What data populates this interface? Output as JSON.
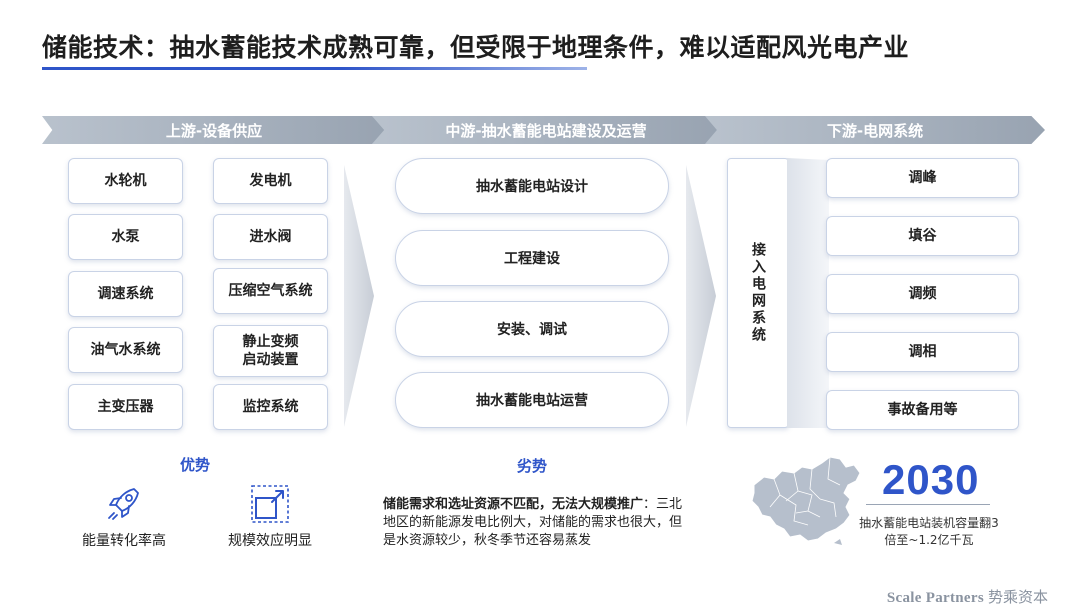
{
  "title": "储能技术：抽水蓄能技术成熟可靠，但受限于地理条件，难以适配风光电产业",
  "stages": {
    "upstream": "上游-设备供应",
    "midstream": "中游-抽水蓄能电站建设及运营",
    "downstream": "下游-电网系统"
  },
  "upstream_items": [
    "水轮机",
    "发电机",
    "水泵",
    "进水阀",
    "调速系统",
    "压缩空气系统",
    "油气水系统",
    "静止变频\n启动装置",
    "主变压器",
    "监控系统"
  ],
  "midstream_items": [
    "抽水蓄能电站设计",
    "工程建设",
    "安装、调试",
    "抽水蓄能电站运营"
  ],
  "grid_access": "接入电网系统",
  "downstream_items": [
    "调峰",
    "填谷",
    "调频",
    "调相",
    "事故备用等"
  ],
  "advantages": {
    "heading": "优势",
    "items": [
      {
        "label": "能量转化率高",
        "icon": "rocket-icon"
      },
      {
        "label": "规模效应明显",
        "icon": "scale-expand-icon"
      }
    ]
  },
  "disadvantages": {
    "heading": "劣势",
    "lead": "储能需求和选址资源不匹配，无法大规模推广",
    "body": "：三北地区的新能源发电比例大，对储能的需求也很大，但是水资源较少，秋冬季节还容易蒸发"
  },
  "target": {
    "year": "2030",
    "note": "抽水蓄能电站装机容量翻3倍至~1.2亿千瓦"
  },
  "footer": {
    "brand": "Scale Partners",
    "cn": "势乘资本"
  },
  "colors": {
    "accent": "#2f55c9",
    "stage_bar": "#a9b3c0",
    "border": "#c9d3e6"
  }
}
